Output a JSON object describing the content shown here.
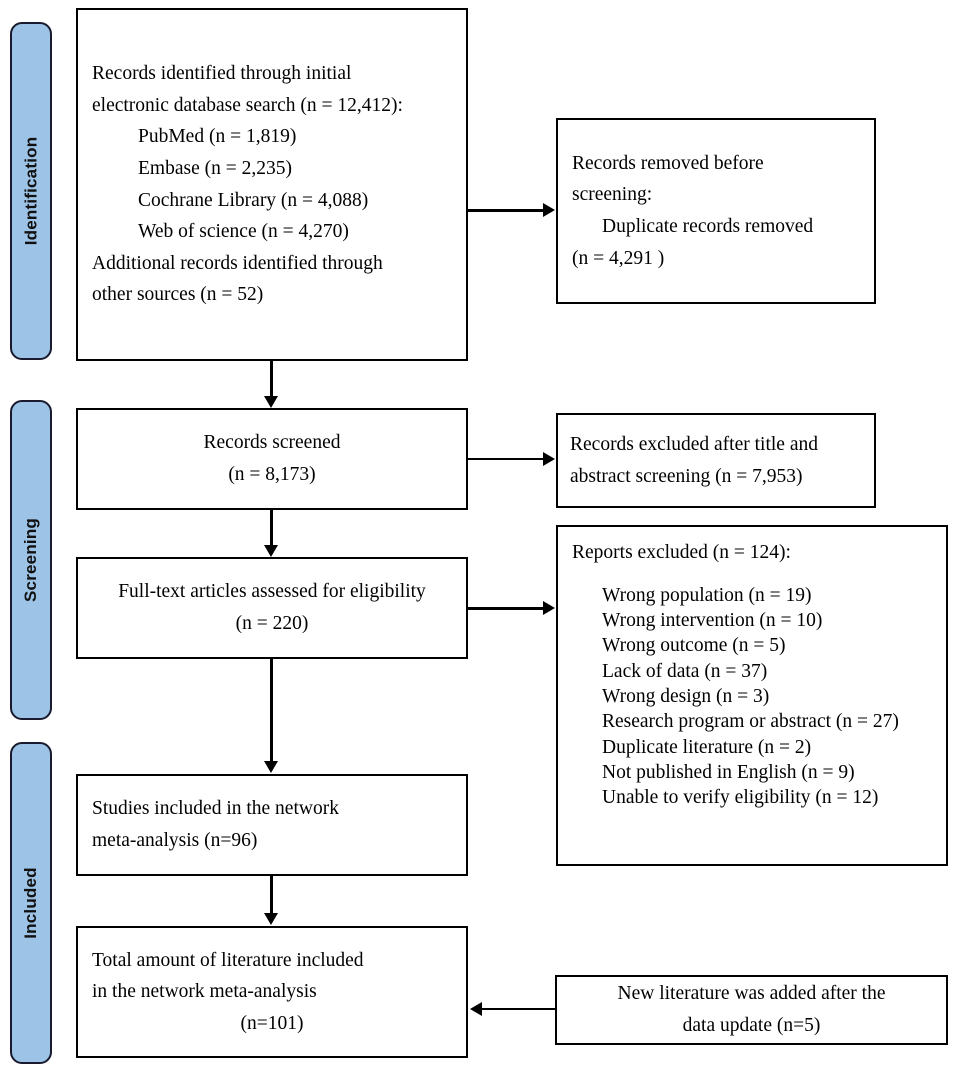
{
  "diagram": {
    "type": "prisma-flow-diagram",
    "accent_color": "#9dc3e6",
    "border_color": "#000000",
    "tab_border_color": "#1a1a2e"
  },
  "stages": [
    {
      "id": "identification",
      "label": "Identification"
    },
    {
      "id": "screening",
      "label": "Screening"
    },
    {
      "id": "included",
      "label": "Included"
    }
  ],
  "boxes": {
    "identified": {
      "line1": "Records identified through initial",
      "line2": "electronic database search (n = 12,412):",
      "sources": [
        "PubMed (n = 1,819)",
        "Embase (n = 2,235)",
        "Cochrane Library (n = 4,088)",
        "Web of science (n = 4,270)"
      ],
      "line3": "Additional records identified through",
      "line4": "other sources (n = 52)"
    },
    "removed_before_screening": {
      "line1": "Records removed before",
      "line2": "screening:",
      "line3": "Duplicate records removed",
      "line4": "(n = 4,291 )"
    },
    "records_screened": {
      "line1": "Records screened",
      "line2": "(n = 8,173)"
    },
    "excluded_title_abstract": {
      "line1": "Records excluded after title and",
      "line2": "abstract screening (n = 7,953)"
    },
    "full_text_assessed": {
      "line1": "Full-text articles assessed for eligibility",
      "line2": "(n = 220)"
    },
    "reports_excluded": {
      "heading": "Reports excluded (n = 124):",
      "reasons": [
        "Wrong population (n = 19)",
        "Wrong intervention (n = 10)",
        "Wrong outcome (n = 5)",
        "Lack of data (n = 37)",
        "Wrong design (n = 3)",
        "Research program or abstract (n = 27)",
        "Duplicate literature (n = 2)",
        "Not published in English (n = 9)",
        "Unable to verify eligibility (n = 12)"
      ]
    },
    "studies_included": {
      "line1": "Studies included in the network",
      "line2": "meta-analysis (n=96)"
    },
    "total_included": {
      "line1": "Total amount of literature included",
      "line2": "in the network meta-analysis",
      "line3": "(n=101)"
    },
    "new_literature": {
      "line1": "New literature was added after the",
      "line2": "data update (n=5)"
    }
  }
}
